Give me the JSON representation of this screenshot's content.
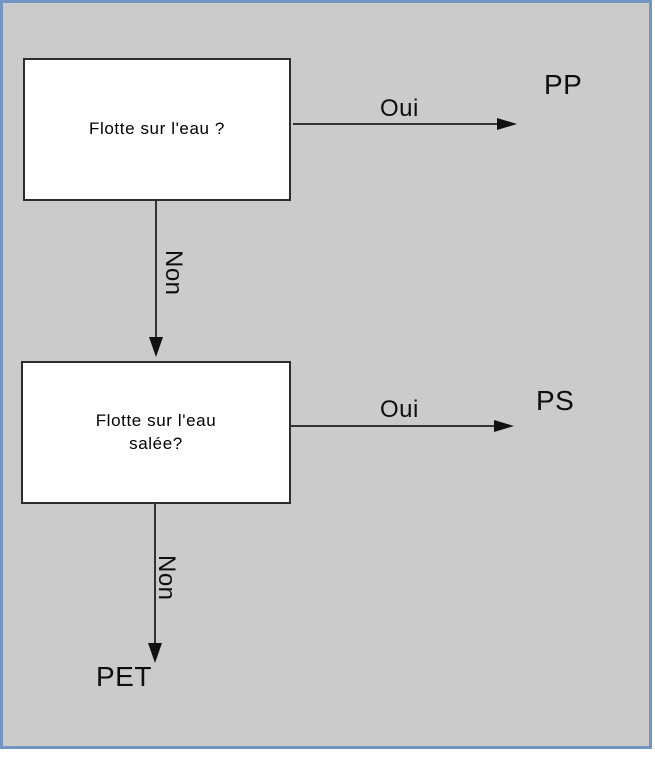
{
  "colors": {
    "canvas_background": "#cbcbcb",
    "canvas_border": "#7494c2",
    "node_background": "#ffffff",
    "node_border": "#2d2d2d",
    "line": "#333333",
    "text": "#000000"
  },
  "diagram": {
    "type": "flowchart",
    "nodes": {
      "q1": {
        "text": "Flotte sur l'eau ?"
      },
      "q2": {
        "text": "Flotte sur l'eau\nsalée?"
      }
    },
    "edges": {
      "q1_yes": {
        "label": "Oui",
        "from": "q1",
        "target": "PP",
        "direction": "right"
      },
      "q1_no": {
        "label": "Non",
        "from": "q1",
        "target": "q2",
        "direction": "down"
      },
      "q2_yes": {
        "label": "Oui",
        "from": "q2",
        "target": "PS",
        "direction": "right"
      },
      "q2_no": {
        "label": "Non",
        "from": "q2",
        "target": "PET",
        "direction": "down"
      }
    },
    "outcomes": {
      "pp": "PP",
      "ps": "PS",
      "pet": "PET"
    }
  }
}
